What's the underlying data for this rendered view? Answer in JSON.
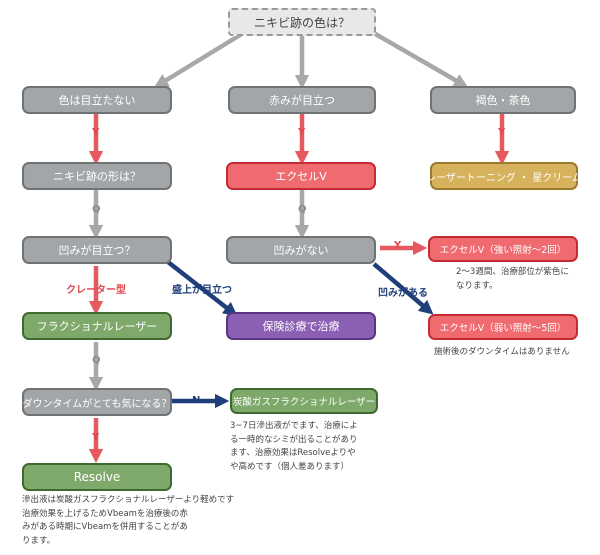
{
  "colors": {
    "gray_arrow": "#a8a8a8",
    "red_arrow": "#e65a5f",
    "navy_arrow": "#1f3f7a"
  },
  "nodes": {
    "root": "ニキビ跡の色は？",
    "inconspicuous": "色は目立たない",
    "redness": "赤みが目立つ",
    "brown": "褐色・茶色",
    "shape": "ニキビ跡の形は？",
    "excel_v_1": "エクセルV",
    "laser_toning": "レーザートーニング ・ 星クリーム",
    "dent_question": "凹みが目立つ？",
    "no_dent": "凹みがない",
    "excel_v_strong": "エクセルV（強い照射〜2回）",
    "fractional": "フラクショナルレーザー",
    "insurance": "保険診療で治療",
    "excel_v_weak": "エクセルV（弱い照射〜5回）",
    "downtime_question": "ダウンタイムがとても気になる？",
    "co2_fractional": "炭酸ガスフラクショナルレーザー",
    "resolve": "Resolve"
  },
  "labels": {
    "y1": "Y",
    "y2": "Y",
    "y3": "Y",
    "y4": "Y",
    "y5": "Y",
    "q1": "Q",
    "q2": "Q",
    "q3": "Q",
    "crater": "クレーター型",
    "raised": "盛上が目立つ",
    "dent_present": "凹みがある",
    "n": "N"
  },
  "notes": {
    "strong_note": [
      "2～3週間、治療部位が紫色に",
      "なります。"
    ],
    "weak_note": [
      "施術後のダウンタイムはありません"
    ],
    "co2_note": [
      "3~7日滲出液がでます、治療によ",
      "る一時的なシミが出ることがあり",
      "ます、治療効果はResolveよりや",
      "や高めです（個人差あります）"
    ],
    "resolve_note": [
      "滲出液は炭酸ガスフラクショナルレーザーより軽めです",
      "治療効果を上げるためVbeamを治療後の赤",
      "みがある時期にVbeamを併用することがあ",
      "ります。"
    ]
  }
}
